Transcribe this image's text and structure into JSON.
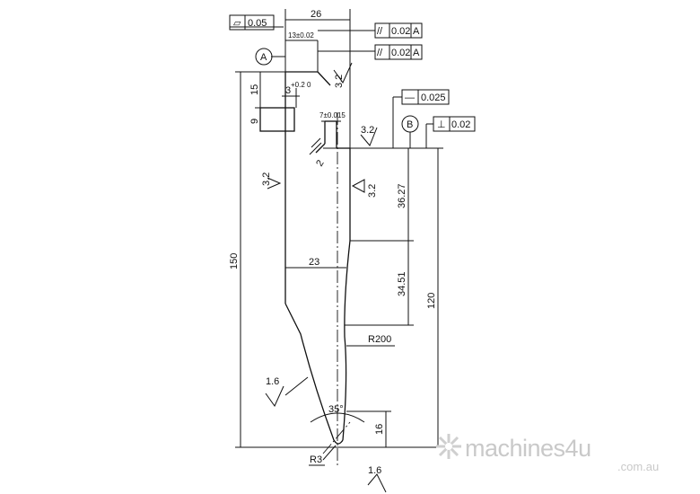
{
  "title": "",
  "dimensions": {
    "top_width": "26",
    "shank_offset": "13±0.02",
    "length_total": "150",
    "length_120": "120",
    "upper_segment": "36.27",
    "lower_segment": "34.51",
    "body_width": "23",
    "notch_depth": "15",
    "notch_height": "9",
    "notch_width": "3",
    "notch_width_tol": "+0.2\n0",
    "slot_width": "7±0.015",
    "chamfer": "2",
    "tip_height": "16",
    "tip_angle": "35°",
    "tip_radius": "R3",
    "profile_radius": "R200"
  },
  "tolerance_frames": {
    "flatness": {
      "symbol": "▱",
      "value": "0.05"
    },
    "parallel_1": {
      "symbol": "//",
      "value": "0.02",
      "datum": "A"
    },
    "parallel_2": {
      "symbol": "//",
      "value": "0.02",
      "datum": "A"
    },
    "straightness": {
      "symbol": "—",
      "value": "0.025"
    },
    "perpendicular": {
      "symbol": "⊥",
      "value": "0.02"
    }
  },
  "datums": {
    "a": "A",
    "b": "B"
  },
  "surface_finish": [
    "3.2",
    "3.2",
    "3.2",
    "3.2",
    "1.6",
    "1.6"
  ],
  "watermark": {
    "brand": "machines4u",
    "domain": ".com.au"
  }
}
